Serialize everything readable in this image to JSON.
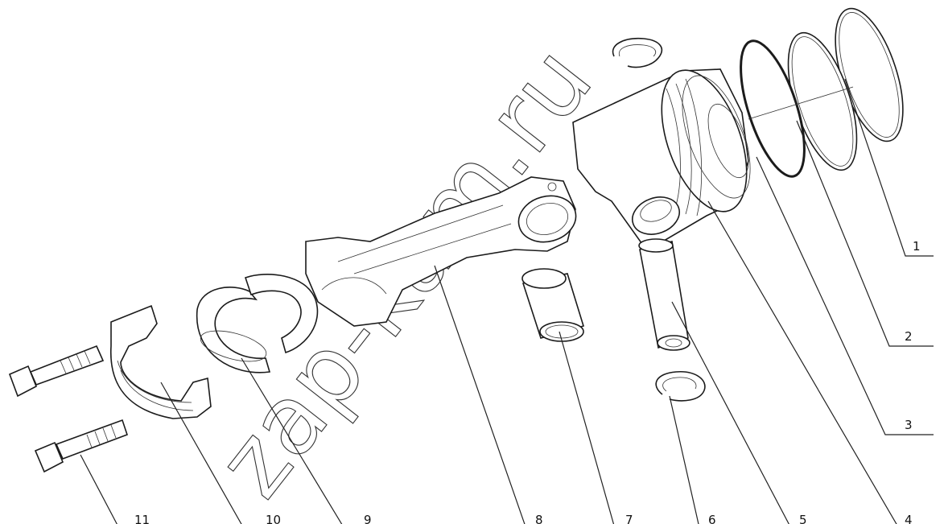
{
  "watermark": {
    "text": "zap-kam.ru"
  },
  "callouts": [
    "1",
    "2",
    "3",
    "4",
    "5",
    "6",
    "7",
    "8",
    "9",
    "10",
    "11"
  ]
}
